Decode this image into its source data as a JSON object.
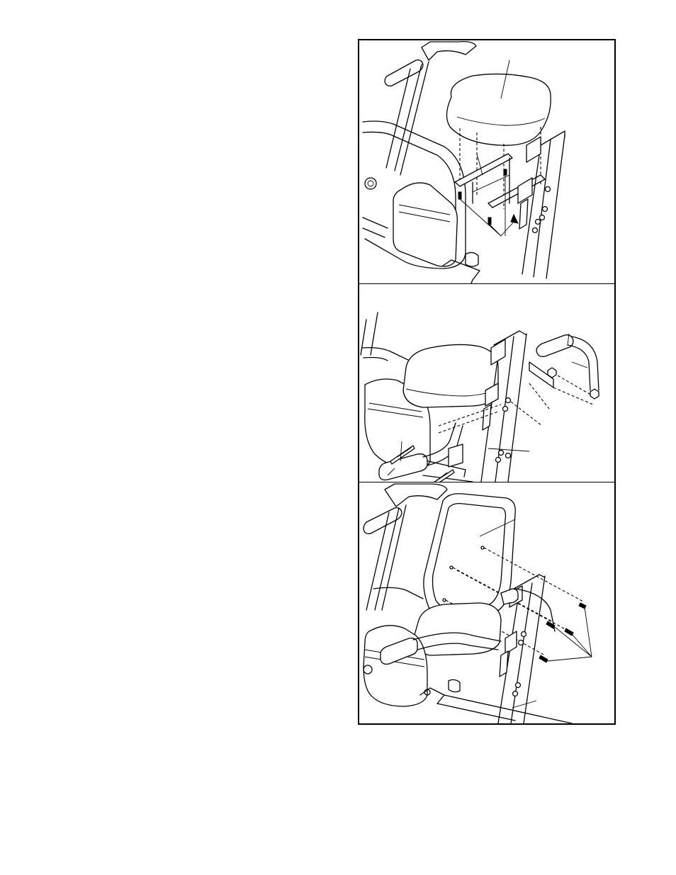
{
  "page": {
    "figures": [
      {
        "panel": 1,
        "part_labels": []
      },
      {
        "panel": 2,
        "part_labels": []
      },
      {
        "panel": 3,
        "part_labels": []
      }
    ]
  }
}
